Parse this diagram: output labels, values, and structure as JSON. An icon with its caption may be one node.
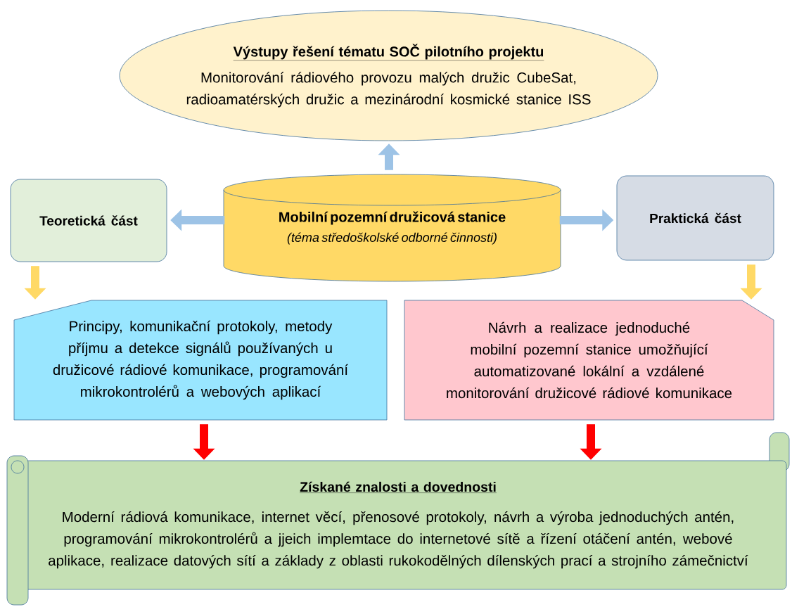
{
  "diagram": {
    "nodes": [
      {
        "text": [
          "Výstupy řešení tématu SOČ pilotního projektu",
          "Monitorování rádiového provozu malých družic CubeSat, radioamatérských družic a mezinárodní kosmické stanice ISS"
        ]
      },
      {
        "text": [
          "Teoretická část"
        ]
      },
      {
        "text": [
          "Mobilní pozemní družicová stanice",
          "(téma středoškolské odborné činnosti)"
        ]
      },
      {
        "text": [
          "Praktická část"
        ]
      },
      {
        "text": [
          "Principy, komunikační protokoly, metody příjmu a detekce signálů používaných u družicové rádiové komunikace, programování mikrokontrolérů a webových aplikací"
        ]
      },
      {
        "text": [
          "Návrh a realizace jednoduché mobilní pozemní stanice umožňující automatizované lokální a vzdálené monitorování družicové rádiové komunikace"
        ]
      },
      {
        "text": [
          "Získané znalosti a dovednosti",
          "Moderní rádiová komunikace, internet věcí, přenosové protokoly, návrh a výroba jednoduchých antén, programování mikrokontrolérů a jjeich implemtace do internetové sítě a řízení otáčení antén, webové aplikace, realizace datových sítí a základy z oblasti rukokodělných dílenských prací a strojního zámečnictví"
        ]
      }
    ],
    "edges": [
      {
        "from": 2,
        "to": 0,
        "arrow": "to"
      },
      {
        "from": 2,
        "to": 1,
        "arrow": "to"
      },
      {
        "from": 2,
        "to": 3,
        "arrow": "to"
      },
      {
        "from": 1,
        "to": 4,
        "arrow": "to",
        "color": "#ffd966"
      },
      {
        "from": 3,
        "to": 5,
        "arrow": "to",
        "color": "#ffd966"
      },
      {
        "from": 4,
        "to": 6,
        "arrow": "to",
        "color": "#ff0000"
      },
      {
        "from": 5,
        "to": 6,
        "arrow": "to",
        "color": "#ff0000"
      }
    ]
  }
}
